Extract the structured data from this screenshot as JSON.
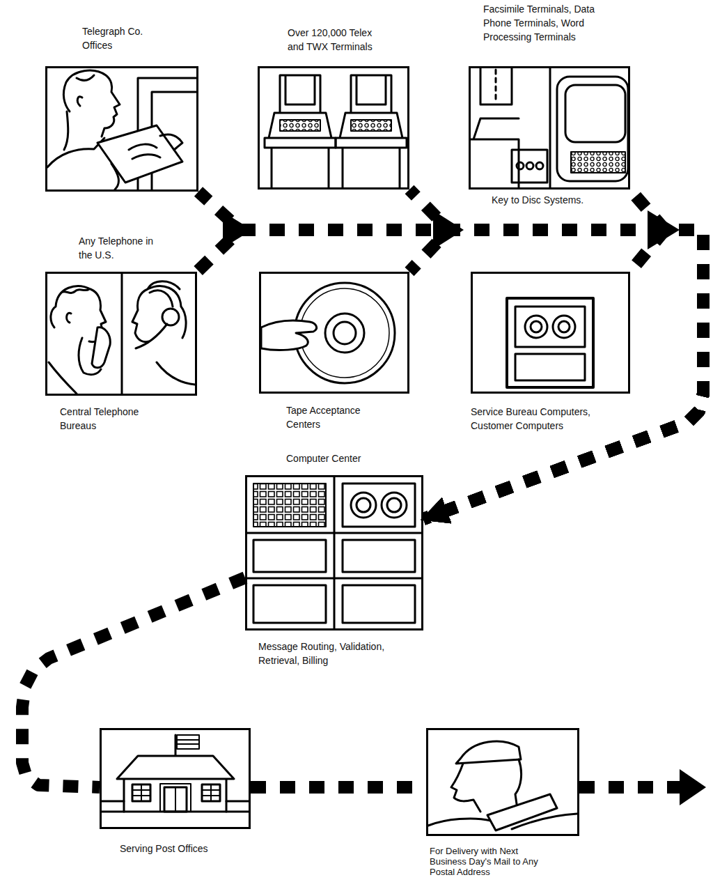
{
  "diagram": {
    "nodes": [
      {
        "text": [
          "Telegraph Co. Offices"
        ]
      },
      {
        "text": [
          "Over 120,000 Telex and TWX Terminals"
        ]
      },
      {
        "text": [
          "Facsimile Terminals, Data Phone Terminals, Word Processing Terminals",
          "Key to Disc Systems."
        ]
      },
      {
        "text": [
          "Any Telephone in the U.S.",
          "Central Telephone Bureaus"
        ]
      },
      {
        "text": [
          "Tape Acceptance Centers"
        ]
      },
      {
        "text": [
          "Service Bureau Computers, Customer Computers"
        ]
      },
      {
        "text": [
          "Computer Center",
          "Message Routing, Validation, Retrieval, Billing"
        ]
      },
      {
        "text": [
          "Serving Post Offices"
        ]
      },
      {
        "text": [
          "For Delivery with Next Business Day's Mail to Any Postal Address"
        ]
      }
    ],
    "edges": [
      {
        "from": 0,
        "to": 6,
        "arrow": "to"
      },
      {
        "from": 1,
        "to": 6,
        "arrow": "to"
      },
      {
        "from": 2,
        "to": 6,
        "arrow": "to"
      },
      {
        "from": 3,
        "to": 6,
        "arrow": "to"
      },
      {
        "from": 4,
        "to": 6,
        "arrow": "to"
      },
      {
        "from": 5,
        "to": 6,
        "arrow": "to"
      },
      {
        "from": 6,
        "to": 7,
        "arrow": "none"
      },
      {
        "from": 7,
        "to": 8,
        "arrow": "none"
      }
    ]
  }
}
